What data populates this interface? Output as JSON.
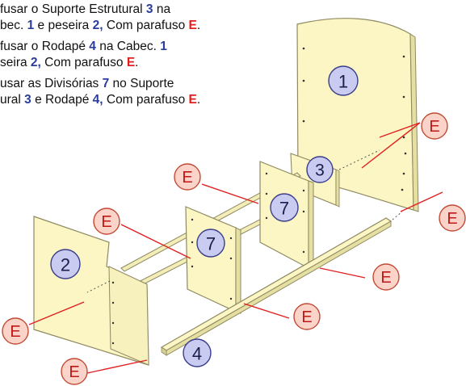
{
  "instructions": [
    {
      "parts": [
        {
          "t": "fusar o Suporte Estrutural ",
          "s": "plain"
        },
        {
          "t": "3",
          "s": "ref"
        },
        {
          "t": " na",
          "s": "plain"
        }
      ]
    },
    {
      "parts": [
        {
          "t": "bec. ",
          "s": "plain"
        },
        {
          "t": "1",
          "s": "ref"
        },
        {
          "t": " e peseira ",
          "s": "plain"
        },
        {
          "t": "2,",
          "s": "ref"
        },
        {
          "t": " Com parafuso ",
          "s": "plain"
        },
        {
          "t": "E",
          "s": "screw"
        },
        {
          "t": ".",
          "s": "plain"
        }
      ]
    },
    {
      "parts": [
        {
          "t": "fusar o Rodapé ",
          "s": "plain"
        },
        {
          "t": "4",
          "s": "ref"
        },
        {
          "t": " na Cabec. ",
          "s": "plain"
        },
        {
          "t": "1",
          "s": "ref"
        }
      ]
    },
    {
      "parts": [
        {
          "t": "seira ",
          "s": "plain"
        },
        {
          "t": "2,",
          "s": "ref"
        },
        {
          "t": " Com parafuso ",
          "s": "plain"
        },
        {
          "t": "E",
          "s": "screw"
        },
        {
          "t": ".",
          "s": "plain"
        }
      ]
    },
    {
      "parts": [
        {
          "t": "usar as Divisórias ",
          "s": "plain"
        },
        {
          "t": "7",
          "s": "ref"
        },
        {
          "t": " no Suporte",
          "s": "plain"
        }
      ]
    },
    {
      "parts": [
        {
          "t": "ural ",
          "s": "plain"
        },
        {
          "t": "3",
          "s": "ref"
        },
        {
          "t": " e Rodapé ",
          "s": "plain"
        },
        {
          "t": "4,",
          "s": "ref"
        },
        {
          "t": " Com parafuso ",
          "s": "plain"
        },
        {
          "t": "E",
          "s": "screw"
        },
        {
          "t": ".",
          "s": "plain"
        }
      ]
    }
  ],
  "part_labels": {
    "headboard": "1",
    "footboard": "2",
    "support": "3",
    "baseboard": "4",
    "divider_back": "7",
    "divider_front": "7"
  },
  "screw_label": "E",
  "colors": {
    "ref_text": "#2a3d9c",
    "screw_text": "#e21d1d",
    "panel_fill": "#fbf6c4",
    "panel_edge": "#8f8a62",
    "part_callout_fill": "#c9cbf0",
    "part_callout_stroke": "#3a3d8c",
    "screw_callout_fill": "#fbd3c8",
    "screw_callout_stroke": "#c24a34",
    "screw_line": "#e02020"
  }
}
